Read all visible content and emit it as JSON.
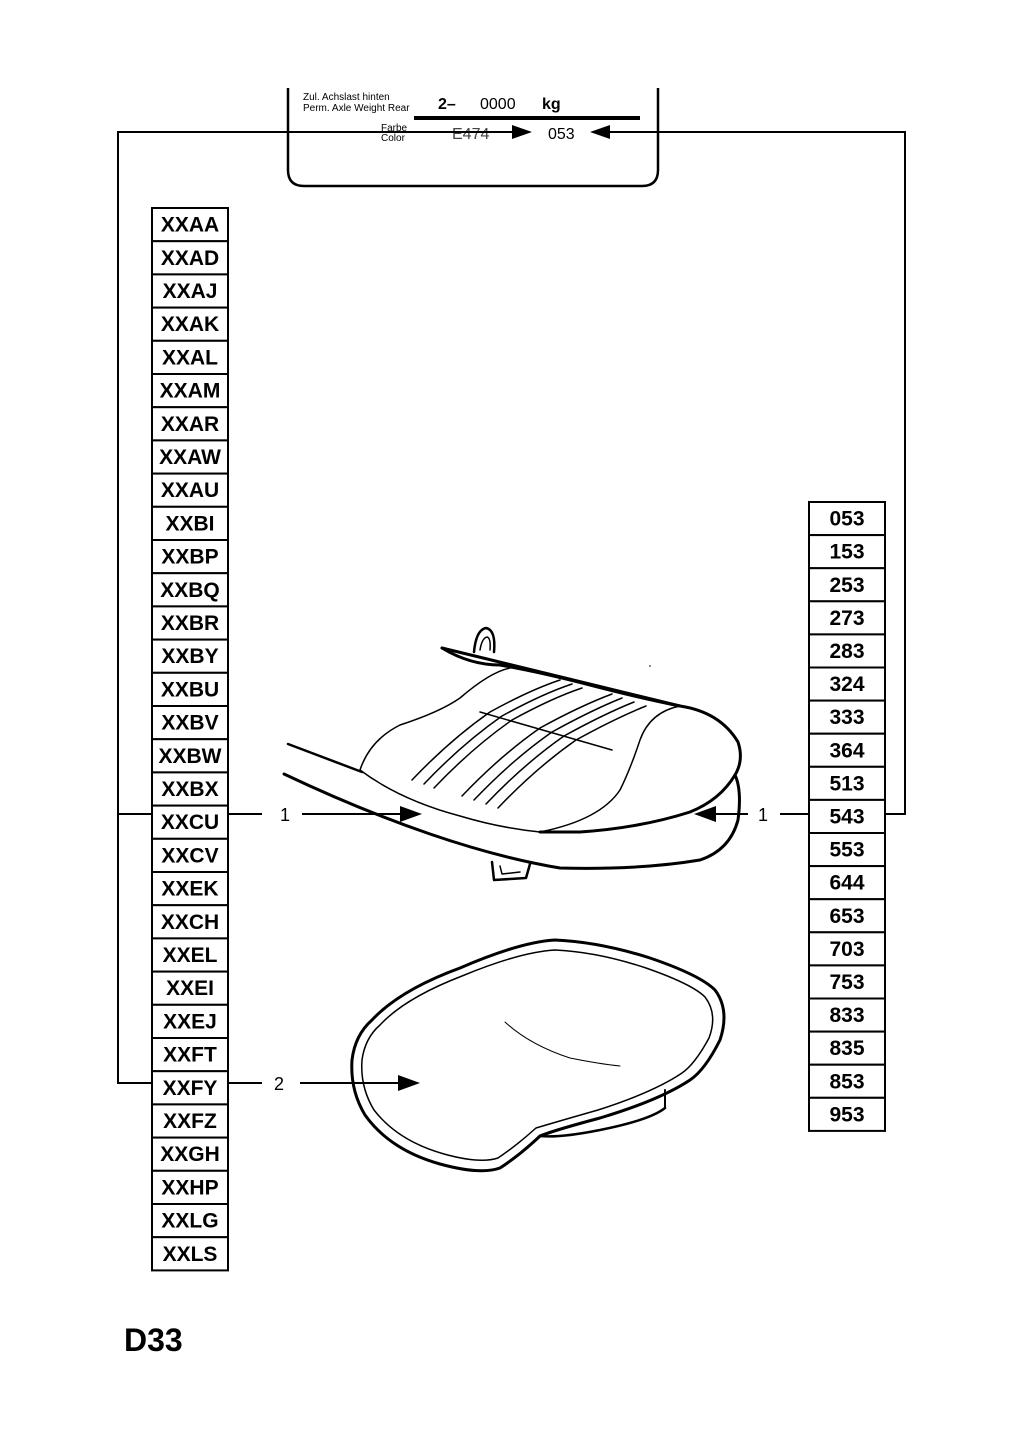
{
  "plate": {
    "axle_label_de": "Zul. Achslast hinten",
    "axle_label_en": "Perm. Axle Weight Rear",
    "axle_prefix": "2–",
    "axle_value": "0000",
    "axle_unit": "kg",
    "color_label_de": "Farbe",
    "color_label_en": "Color",
    "color_code_left": "E474",
    "color_code_right": "053"
  },
  "trim_codes": [
    "XXAA",
    "XXAD",
    "XXAJ",
    "XXAK",
    "XXAL",
    "XXAM",
    "XXAR",
    "XXAW",
    "XXAU",
    "XXBI",
    "XXBP",
    "XXBQ",
    "XXBR",
    "XXBY",
    "XXBU",
    "XXBV",
    "XXBW",
    "XXBX",
    "XXCU",
    "XXCV",
    "XXEK",
    "XXCH",
    "XXEL",
    "XXEI",
    "XXEJ",
    "XXFT",
    "XXFY",
    "XXFZ",
    "XXGH",
    "XXHP",
    "XXLG",
    "XXLS"
  ],
  "color_codes": [
    "053",
    "153",
    "253",
    "273",
    "283",
    "324",
    "333",
    "364",
    "513",
    "543",
    "553",
    "644",
    "653",
    "703",
    "753",
    "833",
    "835",
    "853",
    "953"
  ],
  "callouts": {
    "cover_left": "1",
    "cover_right": "1",
    "cushion": "2"
  },
  "page_id": "D33"
}
